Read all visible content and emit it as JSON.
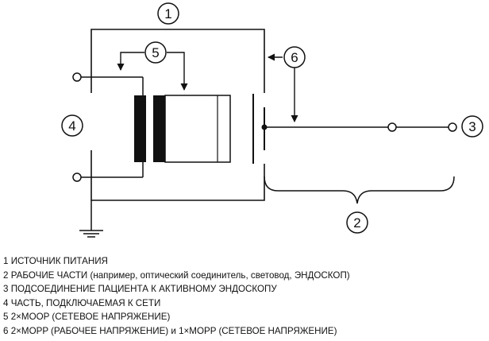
{
  "callouts": {
    "c1": "1",
    "c2": "2",
    "c3": "3",
    "c4": "4",
    "c5": "5",
    "c6": "6"
  },
  "legend": [
    {
      "num": "1",
      "text": "ИСТОЧНИК ПИТАНИЯ"
    },
    {
      "num": "2",
      "text": "РАБОЧИЕ ЧАСТИ (например, оптический соединитель, световод, ЭНДОСКОП)"
    },
    {
      "num": "3",
      "text": "ПОДСОЕДИНЕНИЕ ПАЦИЕНТА К АКТИВНОМУ ЭНДОСКОПУ"
    },
    {
      "num": "4",
      "text": "ЧАСТЬ, ПОДКЛЮЧАЕМАЯ К СЕТИ"
    },
    {
      "num": "5",
      "text": "2×MOOP (СЕТЕВОЕ НАПРЯЖЕНИЕ)"
    },
    {
      "num": "6",
      "text": "2×MOPP (РАБОЧЕЕ НАПРЯЖЕНИЕ) и 1×MOPP (СЕТЕВОЕ НАПРЯЖЕНИЕ)"
    }
  ],
  "colors": {
    "ink": "#111111",
    "background": "#ffffff"
  }
}
